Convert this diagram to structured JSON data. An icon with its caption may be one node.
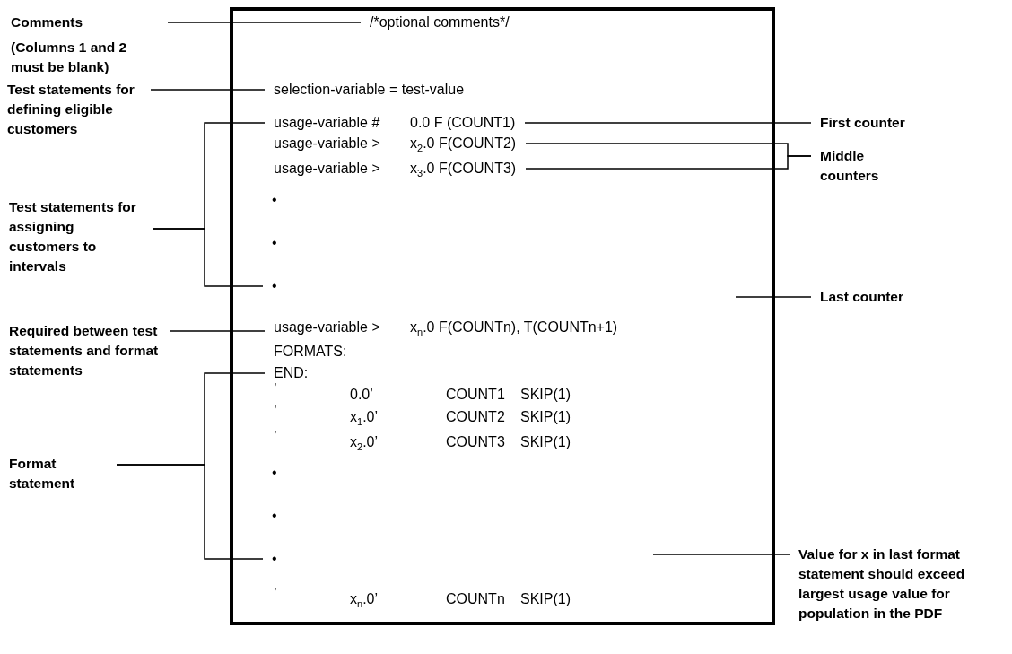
{
  "diagram": {
    "nodes": [
      {
        "text": [
          "Comments",
          "(Columns 1 and 2 must be blank)"
        ]
      },
      {
        "text": [
          "Test statements for defining eligible customers"
        ]
      },
      {
        "text": [
          "Test statements for assigning customers to intervals"
        ]
      },
      {
        "text": [
          "Required between test statements and format statements"
        ]
      },
      {
        "text": [
          "Format statement"
        ]
      },
      {
        "text": [],
        "shape": "box"
      },
      {
        "text": [
          "/*optional comments*/"
        ],
        "in": 5
      },
      {
        "text": [
          "selection-variable = test-value"
        ],
        "in": 5
      },
      {
        "text": [
          "usage-variable #",
          "0.0 F (COUNT1)"
        ],
        "in": 5
      },
      {
        "text": [
          "usage-variable >",
          "x$_{2}$.0 F(COUNT2)"
        ],
        "in": 5
      },
      {
        "text": [
          "usage-variable >",
          "x$_{3}$.0 F(COUNT3)"
        ],
        "in": 5
      },
      {
        "text": [
          "•"
        ],
        "in": 5
      },
      {
        "text": [
          "•"
        ],
        "in": 5
      },
      {
        "text": [
          "•"
        ],
        "in": 5
      },
      {
        "text": [
          "usage-variable >",
          "x$_{n}$.0 F(COUNTn), T(COUNTn+1)"
        ],
        "in": 5
      },
      {
        "text": [
          "FORMATS:"
        ],
        "in": 5
      },
      {
        "text": [
          "END:"
        ],
        "in": 5
      },
      {
        "text": [
          "’",
          "0.0’",
          "COUNT1",
          "SKIP(1)"
        ],
        "in": 5
      },
      {
        "text": [
          "’",
          "x$_{1}$.0’",
          "COUNT2",
          "SKIP(1)"
        ],
        "in": 5
      },
      {
        "text": [
          "’",
          "x$_{2}$.0’",
          "COUNT3",
          "SKIP(1)"
        ],
        "in": 5
      },
      {
        "text": [
          "•"
        ],
        "in": 5
      },
      {
        "text": [
          "•"
        ],
        "in": 5
      },
      {
        "text": [
          "•"
        ],
        "in": 5
      },
      {
        "text": [
          "’",
          "x$_{n}$.0’",
          "COUNTn",
          "SKIP(1)"
        ],
        "in": 5
      },
      {
        "text": [
          "First counter"
        ]
      },
      {
        "text": [
          "Middle counters"
        ]
      },
      {
        "text": [
          "Last counter"
        ]
      },
      {
        "text": [
          "Value for x in last format statement should exceed largest usage value for population in the PDF"
        ]
      }
    ],
    "edges": [
      {
        "from": 0,
        "to": 6,
        "arrow": "none"
      },
      {
        "from": 1,
        "to": 7,
        "arrow": "none"
      },
      {
        "from": 2,
        "to": 8,
        "arrow": "none"
      },
      {
        "from": 2,
        "to": 13,
        "arrow": "none"
      },
      {
        "from": 3,
        "to": 14,
        "arrow": "none"
      },
      {
        "from": 4,
        "to": 16,
        "arrow": "none"
      },
      {
        "from": 4,
        "to": 22,
        "arrow": "none"
      },
      {
        "from": 24,
        "to": 8,
        "arrow": "none"
      },
      {
        "from": 25,
        "to": 9,
        "arrow": "none"
      },
      {
        "from": 25,
        "to": 10,
        "arrow": "none"
      },
      {
        "from": 26,
        "to": null,
        "arrow": "none"
      },
      {
        "from": 27,
        "to": null,
        "arrow": "none"
      }
    ]
  }
}
